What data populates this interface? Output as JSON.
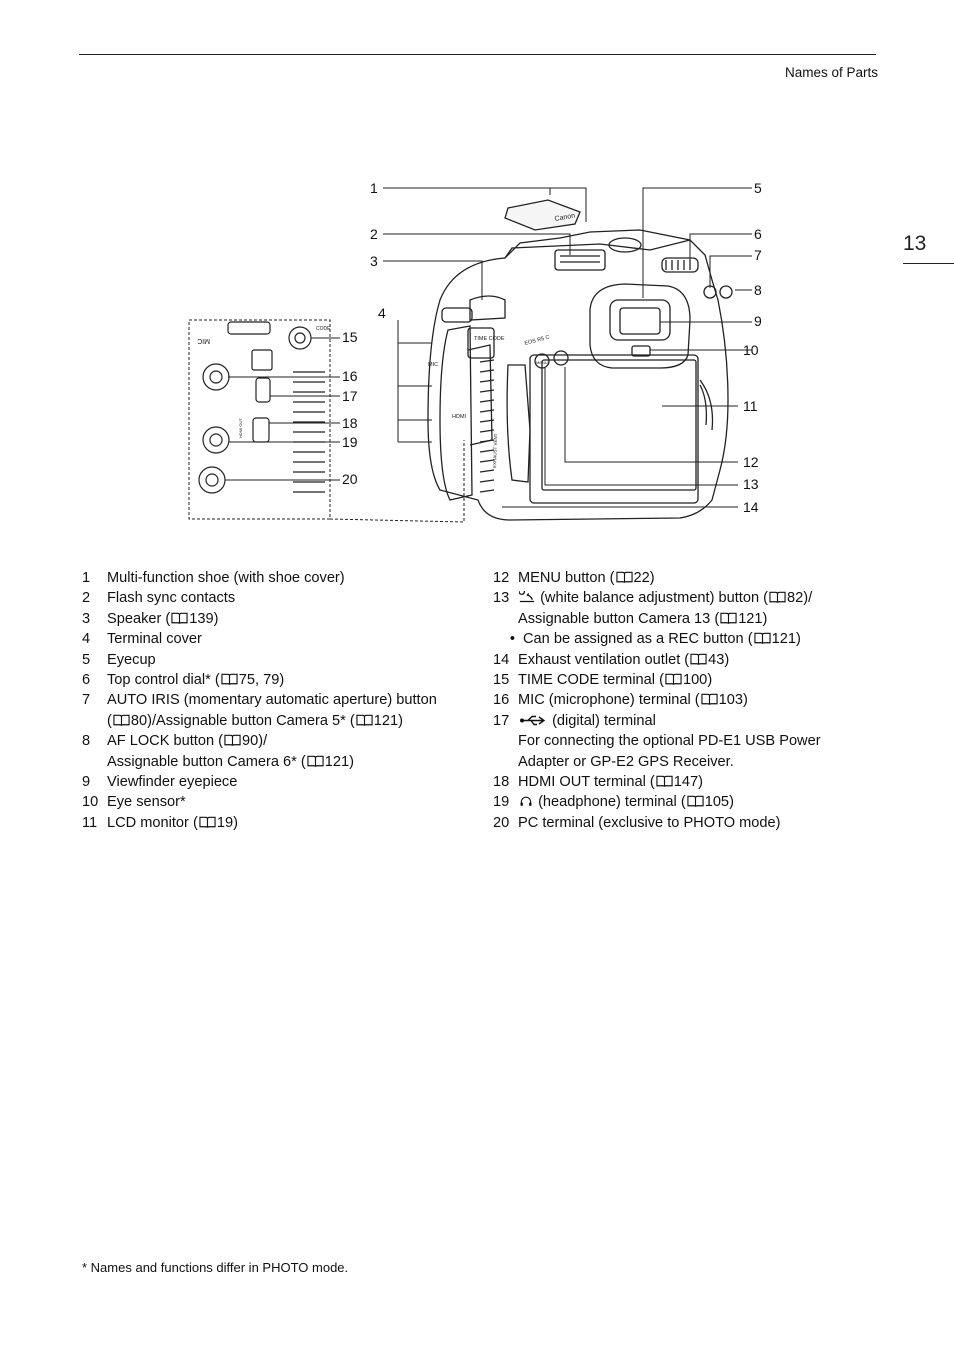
{
  "header": {
    "section": "Names of Parts",
    "page_number": "13"
  },
  "figure": {
    "callouts": [
      "1",
      "2",
      "3",
      "4",
      "5",
      "6",
      "7",
      "8",
      "9",
      "10",
      "11",
      "12",
      "13",
      "14",
      "15",
      "16",
      "17",
      "18",
      "19",
      "20"
    ],
    "labels": {
      "camera_model": "EOS R5 C",
      "shoe_cover_brand": "Canon",
      "time_code": "TIME CODE",
      "mic": "MIC",
      "hdmi": "HDMI",
      "hdmi_out": "HDMI OUT",
      "menu": "MENU",
      "exhaust": "EXHAUST VENT",
      "detail_time_code": "CODE",
      "detail_mic": "MIC"
    }
  },
  "parts_left": [
    {
      "num": "1",
      "text": "Multi-function shoe (with shoe cover)"
    },
    {
      "num": "2",
      "text": "Flash sync contacts"
    },
    {
      "num": "3",
      "pre": "Speaker (",
      "ref": "139",
      "post": ")"
    },
    {
      "num": "4",
      "text": "Terminal cover"
    },
    {
      "num": "5",
      "text": "Eyecup"
    },
    {
      "num": "6",
      "pre": "Top control dial* (",
      "ref": "75, 79",
      "post": ")"
    },
    {
      "num": "7",
      "line1": "AUTO IRIS (momentary automatic aperture) button",
      "l2_pre": "(",
      "l2_ref": "80",
      "l2_mid": ")/Assignable button Camera 5* (",
      "l2_ref2": "121",
      "l2_post": ")"
    },
    {
      "num": "8",
      "pre": "AF LOCK button (",
      "ref": "90",
      "post": ")/",
      "line2_pre": "Assignable button Camera 6* (",
      "line2_ref": "121",
      "line2_post": ")"
    },
    {
      "num": "9",
      "text": "Viewfinder eyepiece"
    },
    {
      "num": "10",
      "text": "Eye sensor*"
    },
    {
      "num": "11",
      "pre": "LCD monitor (",
      "ref": "19",
      "post": ")"
    }
  ],
  "parts_right": [
    {
      "num": "12",
      "pre": "MENU button (",
      "ref": "22",
      "post": ")"
    },
    {
      "num": "13",
      "pre": "(white balance adjustment) button (",
      "ref": "82",
      "post": ")/",
      "line2_pre": "Assignable button Camera 13 (",
      "line2_ref": "121",
      "line2_post": ")",
      "bullet_pre": "Can be assigned as a REC button (",
      "bullet_ref": "121",
      "bullet_post": ")"
    },
    {
      "num": "14",
      "pre": "Exhaust ventilation outlet (",
      "ref": "43",
      "post": ")"
    },
    {
      "num": "15",
      "pre": "TIME CODE terminal (",
      "ref": "100",
      "post": ")"
    },
    {
      "num": "16",
      "pre": "MIC (microphone) terminal (",
      "ref": "103",
      "post": ")"
    },
    {
      "num": "17",
      "pre": "(digital) terminal",
      "line2": "For connecting the optional PD-E1 USB Power",
      "line3": "Adapter or GP-E2 GPS Receiver."
    },
    {
      "num": "18",
      "pre": "HDMI OUT terminal (",
      "ref": "147",
      "post": ")"
    },
    {
      "num": "19",
      "pre": "(headphone) terminal (",
      "ref": "105",
      "post": ")"
    },
    {
      "num": "20",
      "text": "PC terminal (exclusive to PHOTO mode)"
    }
  ],
  "footnote": "*  Names and functions differ in PHOTO mode."
}
